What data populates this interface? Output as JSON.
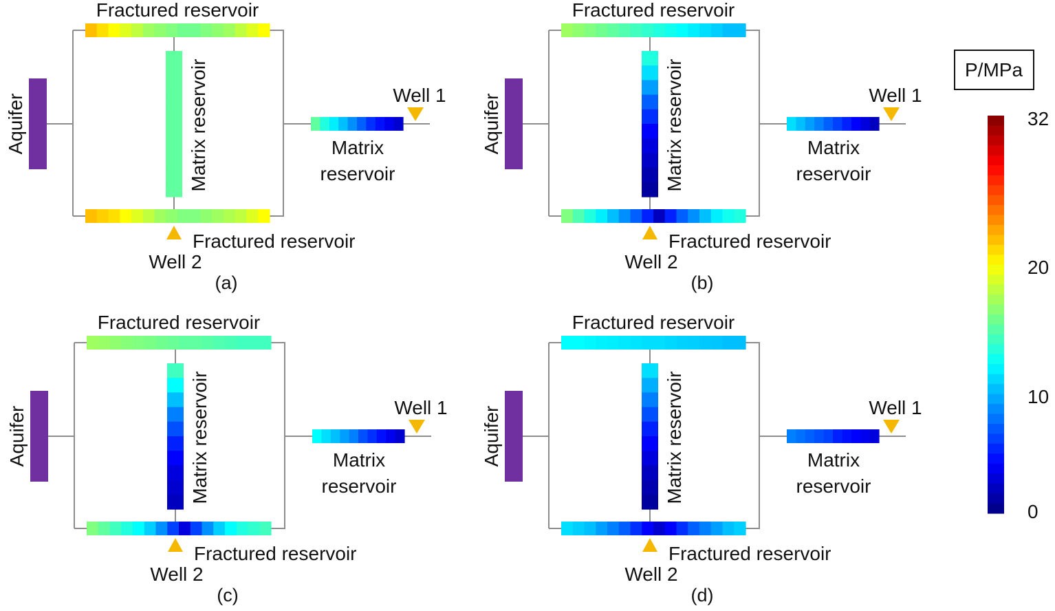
{
  "labels": {
    "fractured_reservoir": "Fractured reservoir",
    "matrix_reservoir": "Matrix reservoir",
    "matrix_line1": "Matrix",
    "matrix_line2": "reservoir",
    "aquifer": "Aquifer",
    "well1": "Well 1",
    "well2": "Well 2"
  },
  "panels": [
    {
      "caption": "(a)",
      "top_fracture": [
        22,
        21,
        20,
        19,
        18,
        17,
        16.5,
        16,
        15.5,
        15.5,
        16,
        16.5,
        17,
        18,
        19,
        20
      ],
      "bottom_fracture": [
        22,
        21.5,
        21,
        20,
        19,
        18,
        17,
        16.5,
        16,
        16,
        16.5,
        17,
        17.5,
        18,
        19,
        20
      ],
      "vertical_matrix": [
        15,
        15,
        15,
        15,
        15,
        15,
        15,
        15,
        15,
        15
      ],
      "right_matrix": [
        15,
        13,
        11.5,
        10,
        8.5,
        7,
        5.5,
        4.5,
        3.5,
        2.5
      ]
    },
    {
      "caption": "(b)",
      "top_fracture": [
        17,
        16.5,
        16,
        15.5,
        15,
        14.5,
        14,
        13.5,
        13,
        12.5,
        12,
        11.5,
        11,
        10.5,
        10,
        10
      ],
      "bottom_fracture": [
        16,
        14.5,
        13,
        11.5,
        10,
        8.5,
        7,
        5,
        2,
        5,
        7,
        8.5,
        10,
        11.5,
        12.5,
        13
      ],
      "vertical_matrix": [
        13,
        11,
        9,
        7,
        5.5,
        4,
        3,
        2.2,
        1.5,
        1
      ],
      "right_matrix": [
        11,
        10,
        9,
        8,
        7,
        6,
        5,
        4,
        3,
        2
      ]
    },
    {
      "caption": "(c)",
      "top_fracture": [
        17,
        16.8,
        16.5,
        16.2,
        16,
        15.8,
        15.5,
        15.3,
        15,
        15,
        14.8,
        14.5,
        14.3,
        14,
        14,
        14
      ],
      "bottom_fracture": [
        16,
        15,
        14,
        13,
        12,
        10.5,
        8.5,
        6,
        3,
        6,
        8.5,
        10.5,
        12,
        13,
        13.5,
        14
      ],
      "vertical_matrix": [
        14,
        12,
        10,
        8,
        6.5,
        5,
        4,
        3,
        2.5,
        2
      ],
      "right_matrix": [
        12,
        11,
        10,
        9,
        8,
        6.5,
        5.5,
        4.5,
        3.5,
        2.5
      ]
    },
    {
      "caption": "(d)",
      "top_fracture": [
        12,
        12,
        11.8,
        11.6,
        11.5,
        11.3,
        11.2,
        11,
        11,
        10.8,
        10.6,
        10.5,
        10.3,
        10.2,
        10,
        10
      ],
      "bottom_fracture": [
        11,
        10.5,
        10,
        9,
        8,
        7,
        5.5,
        4,
        2.5,
        4,
        5.5,
        7,
        8,
        9,
        10,
        10.5
      ],
      "vertical_matrix": [
        11,
        9.5,
        8,
        6.5,
        5,
        4,
        3,
        2,
        1.5,
        1
      ],
      "right_matrix": [
        8,
        7.5,
        7,
        6.5,
        6,
        5,
        4.5,
        4,
        3.5,
        3
      ]
    }
  ],
  "colorbar": {
    "title": "P/MPa",
    "min": 0,
    "max": 32,
    "ticks": [
      "32",
      "20",
      "10",
      "0"
    ]
  },
  "colors": {
    "aquifer": "#7030a0",
    "well_marker": "#f5b800",
    "connector": "#8c8c8c"
  }
}
